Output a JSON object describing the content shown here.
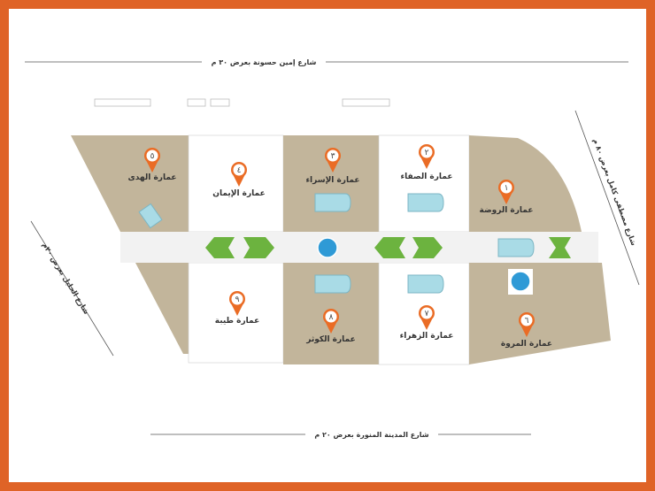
{
  "colors": {
    "border": "#df6327",
    "plot": "#c2b59b",
    "green": "#6cb33f",
    "pool": "#a9dbe6",
    "pin": "#ea6c25"
  },
  "streets": {
    "top": "شارع إمين حسونة بعرض ٣٠ م",
    "bottom": "شارع المدينة المنورة بعرض ٢٠ م",
    "left": "شارع الخليل بعرض ٢٠م",
    "right": "شارع مصطفى كامل بعرض ٨٠ م"
  },
  "buildings": [
    {
      "number": "١",
      "name": "عمارة الروضة"
    },
    {
      "number": "٢",
      "name": "عمارة الصفاء"
    },
    {
      "number": "٣",
      "name": "عمارة الإسراء"
    },
    {
      "number": "٤",
      "name": "عمارة الإيمان"
    },
    {
      "number": "٥",
      "name": "عمارة الهدى"
    },
    {
      "number": "٦",
      "name": "عمارة المروة"
    },
    {
      "number": "٧",
      "name": "عمارة الزهراء"
    },
    {
      "number": "٨",
      "name": "عمارة الكوثر"
    },
    {
      "number": "٩",
      "name": "عمارة طيبة"
    }
  ]
}
